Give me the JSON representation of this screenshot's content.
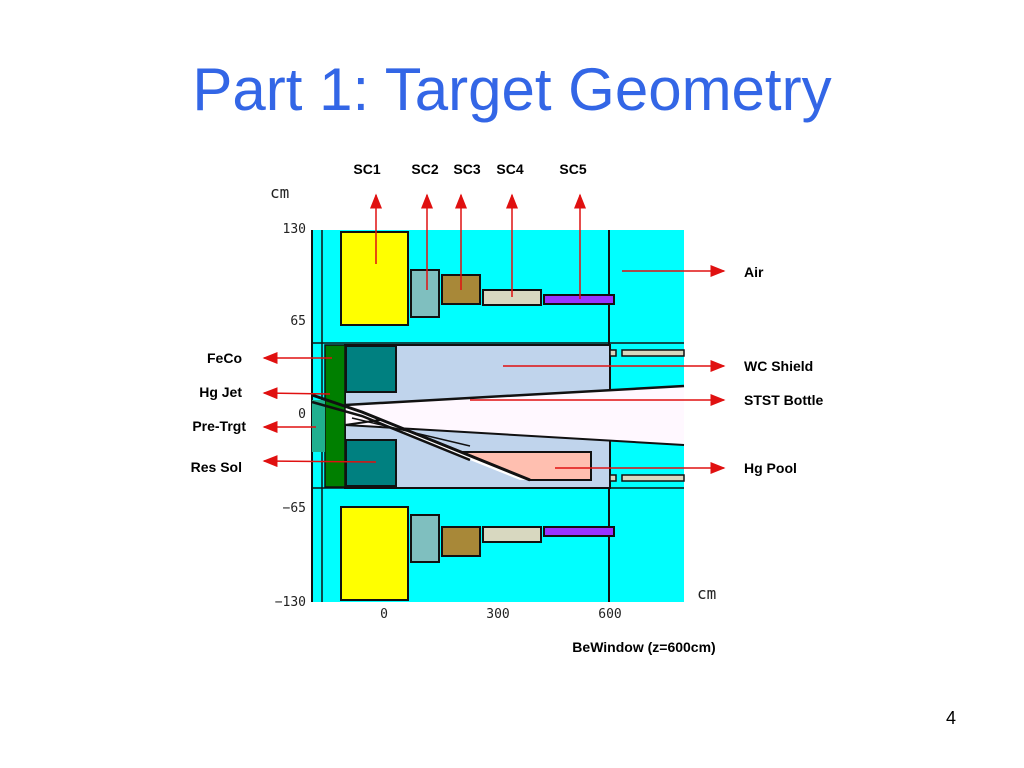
{
  "slide": {
    "title": "Part 1: Target Geometry",
    "page_number": "4"
  },
  "diagram": {
    "axis_unit_y": "cm",
    "axis_unit_x": "cm",
    "y_ticks": [
      "130",
      "65",
      "0",
      "−65",
      "−130"
    ],
    "x_ticks": [
      "0",
      "300",
      "600"
    ],
    "top_labels": [
      "SC1",
      "SC2",
      "SC3",
      "SC4",
      "SC5"
    ],
    "left_labels": [
      "FeCo",
      "Hg Jet",
      "Pre-Trgt",
      "Res Sol"
    ],
    "right_labels": [
      "Air",
      "WC Shield",
      "STST Bottle",
      "Hg Pool"
    ],
    "bottom_note": "BeWindow (z=600cm)",
    "colors": {
      "air": "#00ffff",
      "sc1": "#ffff00",
      "sc2": "#7fbfbf",
      "sc3": "#a88838",
      "sc4": "#d8d8c0",
      "sc5": "#9933ff",
      "feco": "#007f00",
      "res_sol": "#008080",
      "wc_shield": "#c0d4ec",
      "stst_bottle": "#fff8ff",
      "hg_pool": "#ffbfb0",
      "arrows": "#e01010"
    }
  }
}
